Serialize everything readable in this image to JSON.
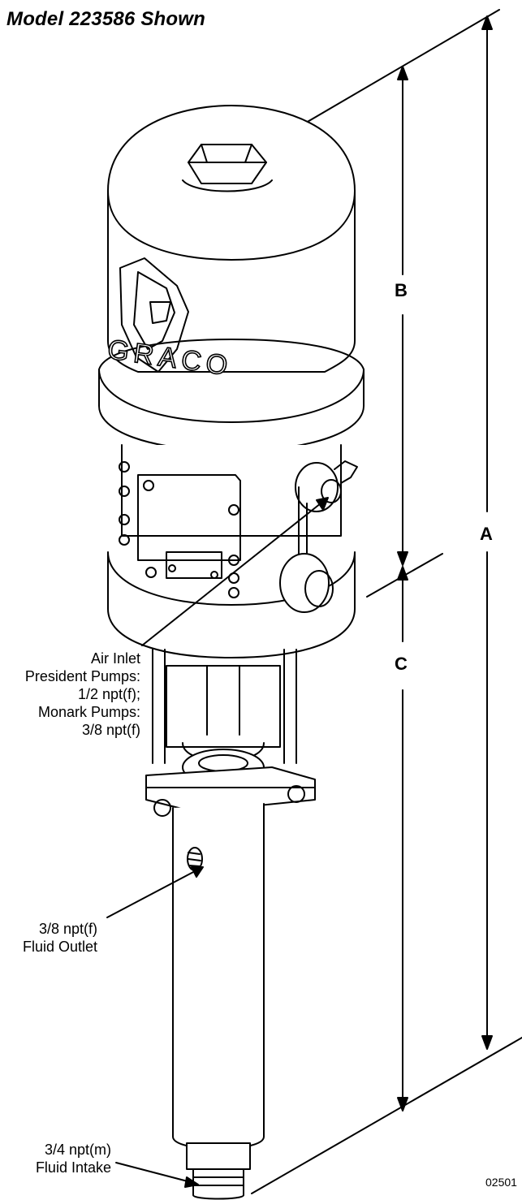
{
  "title": "Model 223586 Shown",
  "dimensions": {
    "a": "A",
    "b": "B",
    "c": "C"
  },
  "callouts": {
    "air_inlet": [
      "Air Inlet",
      "President Pumps:",
      "1/2 npt(f);",
      "Monark Pumps:",
      "3/8 npt(f)"
    ],
    "fluid_outlet": [
      "3/8 npt(f)",
      "Fluid Outlet"
    ],
    "fluid_intake": [
      "3/4 npt(m)",
      "Fluid Intake"
    ]
  },
  "logo_text": "GRACO",
  "figure_number": "02501"
}
